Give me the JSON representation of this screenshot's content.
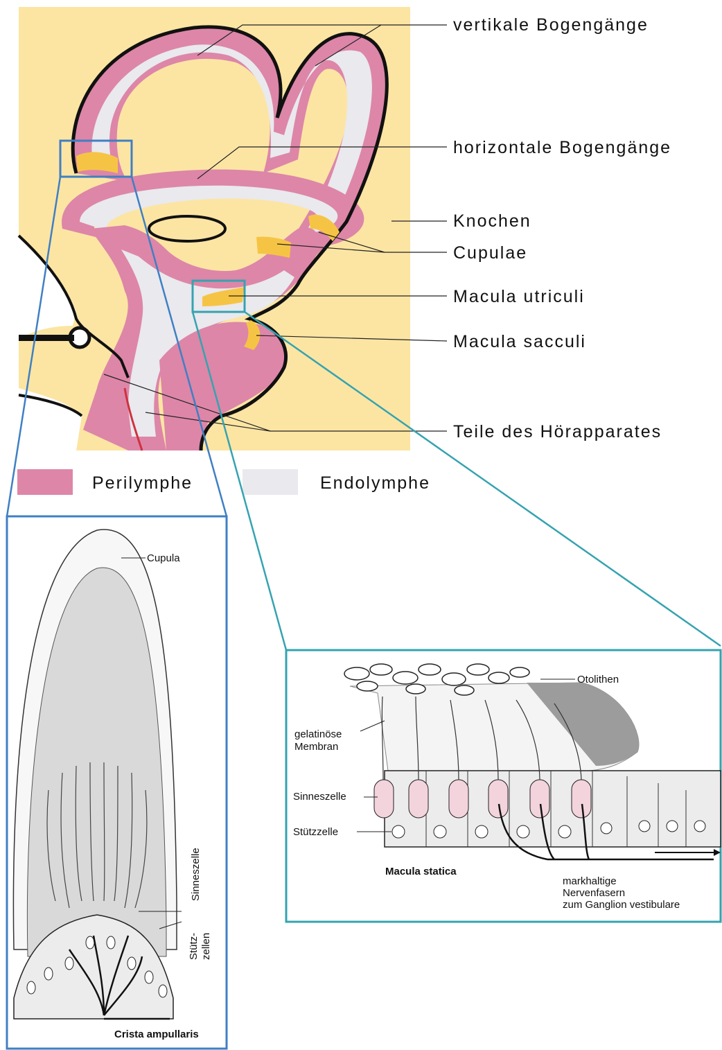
{
  "main_diagram": {
    "labels": {
      "vertikale": "vertikale Bogengänge",
      "horizontale": "horizontale Bogengänge",
      "knochen": "Knochen",
      "cupulae": "Cupulae",
      "macula_utriculi": "Macula utriculi",
      "macula_sacculi": "Macula sacculi",
      "teile": "Teile des Hörapparates"
    },
    "legend": {
      "perilymphe": "Perilymphe",
      "endolymphe": "Endolymphe"
    }
  },
  "crista_inset": {
    "cupula": "Cupula",
    "sinneszelle": "Sinneszelle",
    "stuetz_line1": "Stütz-",
    "stuetz_line2": "zellen",
    "caption": "Crista ampullaris"
  },
  "macula_inset": {
    "otolithen": "Otolithen",
    "gelatinoese_line1": "gelatinöse",
    "gelatinoese_line2": "Membran",
    "sinneszelle": "Sinneszelle",
    "stuetzzelle": "Stützzelle",
    "caption": "Macula statica",
    "nerv_line1": "markhaltige",
    "nerv_line2": "Nervenfasern",
    "nerv_line3": "zum Ganglion vestibulare"
  },
  "colors": {
    "bone": "#fce5a3",
    "perilymph": "#dd86a8",
    "endolymph": "#e9e9ee",
    "cupula_yellow": "#f6c445",
    "blue_frame": "#3f7fc4",
    "teal_frame": "#35a3b0"
  }
}
